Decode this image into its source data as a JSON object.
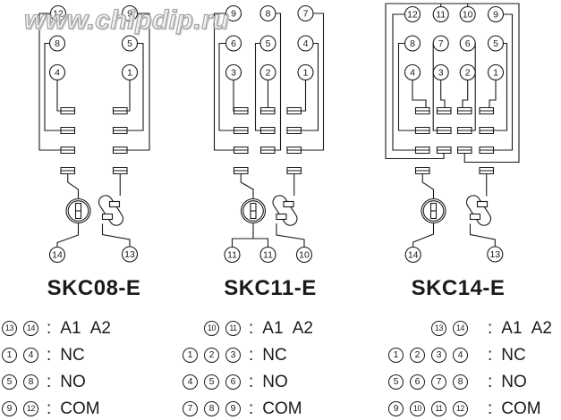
{
  "watermark": "www.chipdip.ru",
  "colors": {
    "line": "#1a1a1a",
    "background": "#ffffff",
    "watermark_stroke": "#a5a5a5"
  },
  "separator": ":",
  "diagrams": [
    {
      "title": "SKC08-E",
      "pins_top": [
        "12",
        "9"
      ],
      "pins_mid": [
        "8",
        "5"
      ],
      "pins_low": [
        "4",
        "1"
      ],
      "pins_bottom": [
        "14",
        "13"
      ]
    },
    {
      "title": "SKC11-E",
      "pins_top": [
        "9",
        "8",
        "7"
      ],
      "pins_mid": [
        "6",
        "5",
        "4"
      ],
      "pins_low": [
        "3",
        "2",
        "1"
      ],
      "pins_bottom": [
        "11",
        "11",
        "10"
      ]
    },
    {
      "title": "SKC14-E",
      "pins_top": [
        "12",
        "11",
        "10",
        "9"
      ],
      "pins_mid": [
        "8",
        "7",
        "6",
        "5"
      ],
      "pins_low": [
        "4",
        "3",
        "2",
        "1"
      ],
      "pins_bottom": [
        "14",
        "13"
      ]
    }
  ],
  "legend_columns": [
    {
      "rows": [
        {
          "pins": [
            "13",
            "14"
          ],
          "label": "A1 A2"
        },
        {
          "pins": [
            "1",
            "4"
          ],
          "label": "NC"
        },
        {
          "pins": [
            "5",
            "8"
          ],
          "label": "NO"
        },
        {
          "pins": [
            "9",
            "12"
          ],
          "label": "COM"
        }
      ]
    },
    {
      "rows": [
        {
          "pins": [
            "10",
            "11"
          ],
          "label": "A1 A2"
        },
        {
          "pins": [
            "1",
            "2",
            "3"
          ],
          "label": "NC"
        },
        {
          "pins": [
            "4",
            "5",
            "6"
          ],
          "label": "NO"
        },
        {
          "pins": [
            "7",
            "8",
            "9"
          ],
          "label": "COM"
        }
      ]
    },
    {
      "rows": [
        {
          "pins": [
            "13",
            "14"
          ],
          "label": "A1 A2"
        },
        {
          "pins": [
            "1",
            "2",
            "3",
            "4"
          ],
          "label": "NC"
        },
        {
          "pins": [
            "5",
            "6",
            "7",
            "8"
          ],
          "label": "NO"
        },
        {
          "pins": [
            "9",
            "10",
            "11",
            "12"
          ],
          "label": "COM"
        }
      ]
    }
  ]
}
